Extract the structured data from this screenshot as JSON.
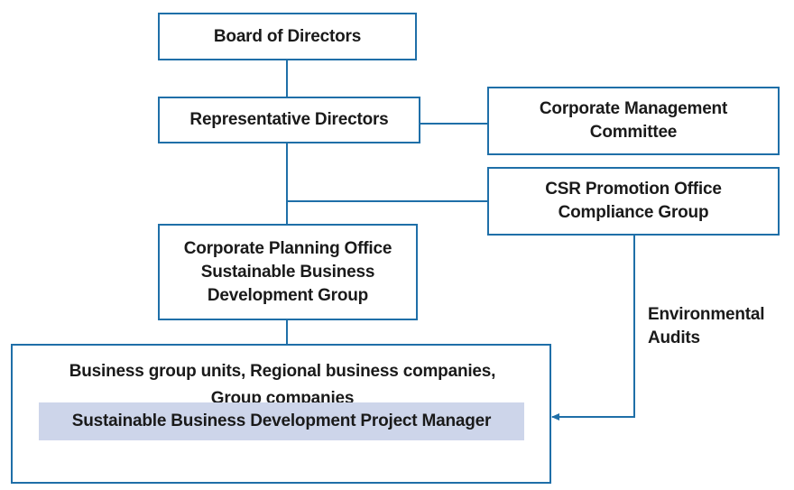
{
  "colors": {
    "line": "#1f6fa8",
    "highlight": "#cdd5ea",
    "text": "#1a1a1a"
  },
  "nodes": {
    "board": {
      "lines": [
        "Board of Directors"
      ]
    },
    "representative": {
      "lines": [
        "Representative Directors"
      ]
    },
    "management": {
      "lines": [
        "Corporate Management",
        "Committee"
      ]
    },
    "csr": {
      "lines": [
        "CSR Promotion Office",
        "Compliance Group"
      ]
    },
    "planning": {
      "lines": [
        "Corporate Planning Office",
        "Sustainable Business",
        "Development Group"
      ]
    },
    "business": {
      "lines": [
        "Business group units, Regional business companies,",
        "Group companies"
      ],
      "highlight": "Sustainable Business Development Project Manager"
    }
  },
  "edge_labels": {
    "audits": [
      "Environmental",
      "Audits"
    ]
  }
}
